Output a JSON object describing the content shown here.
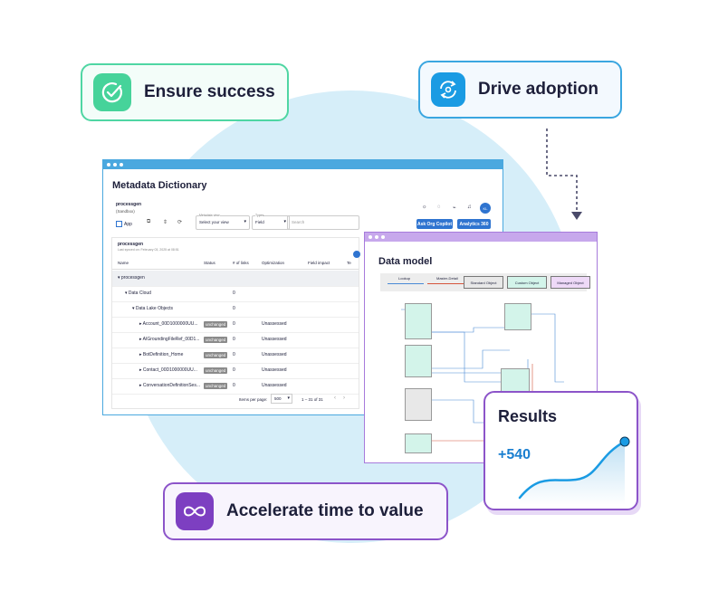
{
  "callouts": {
    "ensure_success": "Ensure success",
    "drive_adoption": "Drive adoption",
    "accelerate": "Accelerate time to value"
  },
  "metadata_window": {
    "title": "Metadata Dictionary",
    "org": "processgen",
    "env": "(Sandbox)",
    "app_label": "App",
    "metadata_view_label": "Metadata view",
    "metadata_view_value": "Select your view",
    "types_label": "Types",
    "types_value": "Field",
    "search_placeholder": "Search",
    "ask_button": "Ask Org Copilot",
    "analytics_button": "Analytics 360",
    "avatar": "KL",
    "panel_title": "processgen",
    "panel_subtitle": "Last synced on: February 03, 2025 at 08:51",
    "columns": [
      "Name",
      "Status",
      "# of links",
      "Optimization",
      "Field impact",
      "Te"
    ],
    "rows": [
      {
        "name": "▾ processgen",
        "status": "",
        "links": "",
        "opt": ""
      },
      {
        "name": "▾ Data Cloud",
        "status": "",
        "links": "0",
        "opt": ""
      },
      {
        "name": "▾ Data Lake Objects",
        "status": "",
        "links": "0",
        "opt": ""
      },
      {
        "name": "▸ Account_00D1000000UU...",
        "status": "unchanged",
        "links": "0",
        "opt": "Unassessed"
      },
      {
        "name": "▸ AIGroundingFileRef_00D1...",
        "status": "unchanged",
        "links": "0",
        "opt": "Unassessed"
      },
      {
        "name": "▸ BotDefinition_Home",
        "status": "unchanged",
        "links": "0",
        "opt": "Unassessed"
      },
      {
        "name": "▸ Contact_00D1000000UU...",
        "status": "unchanged",
        "links": "0",
        "opt": "Unassessed"
      },
      {
        "name": "▸ ConversationDefinitionSes...",
        "status": "unchanged",
        "links": "0",
        "opt": "Unassessed"
      }
    ],
    "items_per_page_label": "Items per page:",
    "items_per_page_value": "500",
    "pagination": "1 – 31 of 31"
  },
  "model_window": {
    "title": "Data model",
    "legend": [
      "Lookup",
      "Master-Detail",
      "Standard Object",
      "Custom Object",
      "Managed Object"
    ]
  },
  "results": {
    "title": "Results",
    "value": "+540"
  },
  "colors": {
    "green": "#46d39a",
    "blue": "#1a9be3",
    "purple": "#7d3fc1",
    "circle": "#d6eef9"
  },
  "icons": [
    "check-circle-icon",
    "refresh-cycle-icon",
    "infinity-icon"
  ]
}
